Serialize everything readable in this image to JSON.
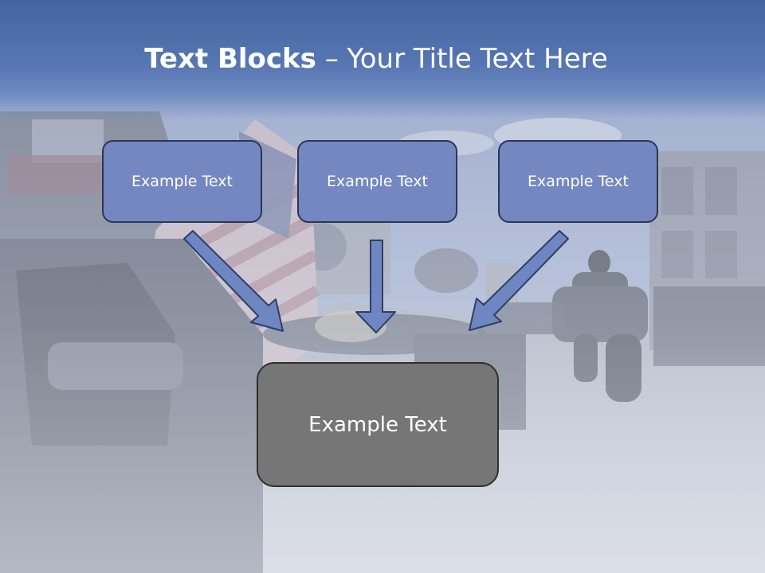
{
  "slide": {
    "title_bold": "Text Blocks",
    "title_rest": " – Your Title Text Here",
    "blocks": [
      {
        "label": "Example Text"
      },
      {
        "label": "Example Text"
      },
      {
        "label": "Example Text"
      }
    ],
    "center_block": {
      "label": "Example Text"
    }
  },
  "colors": {
    "header_blue": "#5777b4",
    "block_fill": "#7487c1",
    "block_border": "#2a3656",
    "center_fill": "#767676",
    "arrow_fill": "#6e86c2"
  }
}
